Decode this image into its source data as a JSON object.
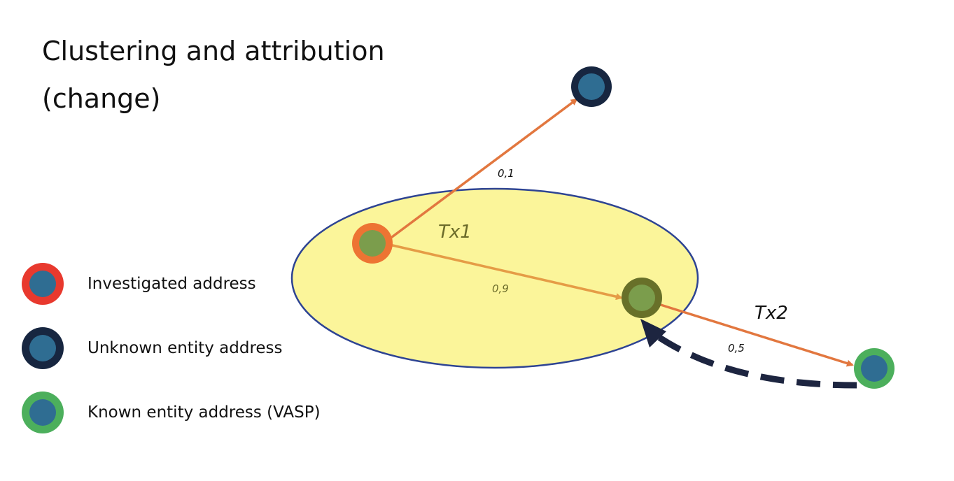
{
  "slide": {
    "title_line1": "Clustering and attribution",
    "title_line2": "(change)"
  },
  "diagram": {
    "transactions": [
      {
        "label": "Tx1",
        "color": "#6b6b2a"
      },
      {
        "label": "Tx2",
        "color": "#111111"
      }
    ],
    "edges": [
      {
        "from": "investigated",
        "to": "unknown",
        "label": "0,1",
        "color": "#e2773f"
      },
      {
        "from": "investigated",
        "to": "change",
        "label": "0,9",
        "color": "#e59c46"
      },
      {
        "from": "change",
        "to": "known",
        "label": "0,5",
        "color": "#e2773f"
      },
      {
        "from": "known",
        "to": "change",
        "label": "",
        "style": "dashed",
        "color": "#1d2540"
      }
    ],
    "cluster_fill": "#fbf59a",
    "cluster_stroke": "#2e4493"
  },
  "legend": {
    "items": [
      {
        "label": "Investigated address",
        "ring": "#e8392e",
        "core": "#2f6d92"
      },
      {
        "label": "Unknown entity address",
        "ring": "#172640",
        "core": "#2f6d92"
      },
      {
        "label": "Known entity address (VASP)",
        "ring": "#4caf5c",
        "core": "#2f6d92"
      }
    ]
  }
}
